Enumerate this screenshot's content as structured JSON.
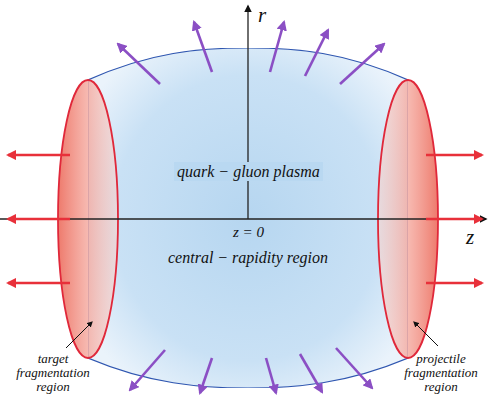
{
  "diagram": {
    "nodes": [
      {
        "text": [
          "quark − gluon plasma",
          "central − rapidity region"
        ]
      }
    ],
    "labels": [
      "r",
      "z",
      "z = 0",
      "target fragmentation region",
      "projectile fragmentation region"
    ]
  }
}
